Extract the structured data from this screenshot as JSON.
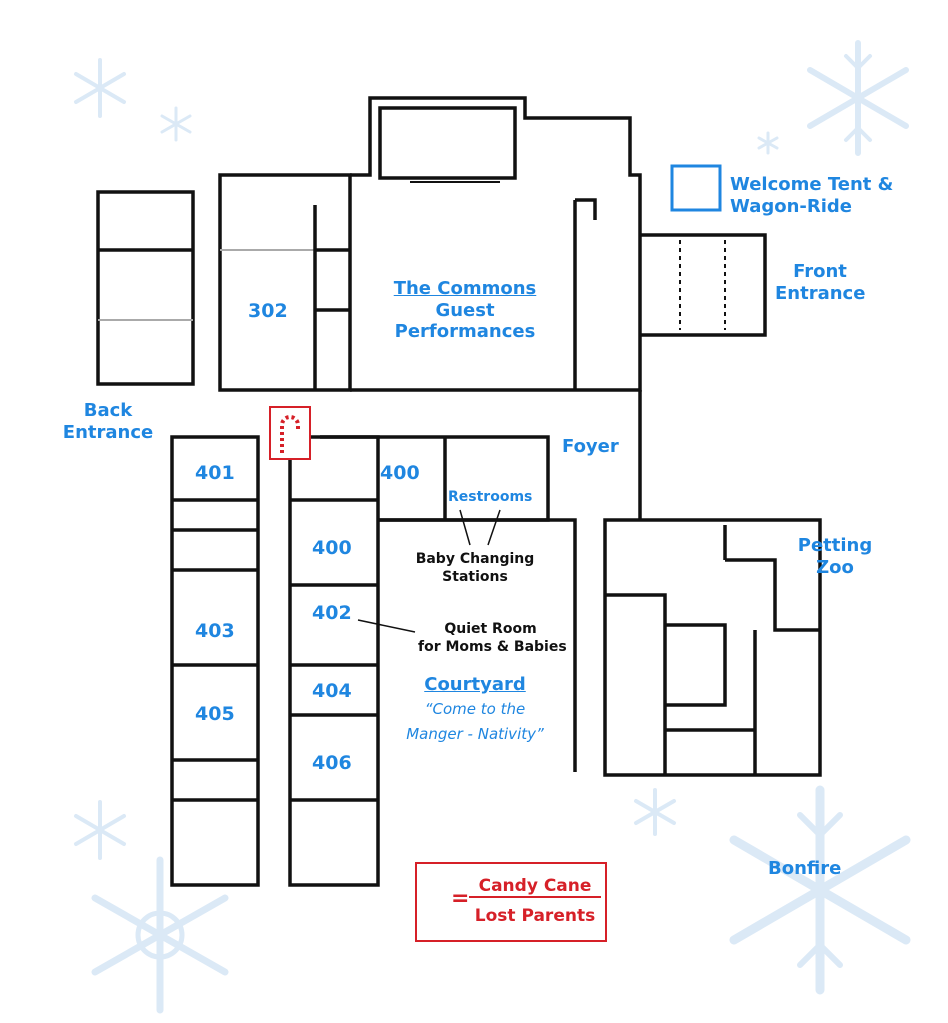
{
  "map": {
    "colors": {
      "label": "#1f86e0",
      "wall": "#111111",
      "legend": "#d62028",
      "snow": "#dbe9f6"
    },
    "areas": {
      "welcome_tent": "Welcome Tent &",
      "welcome_tent_2": "Wagon-Ride",
      "front_entrance": "Front",
      "front_entrance_2": "Entrance",
      "commons": "The Commons",
      "commons_2": "Guest",
      "commons_3": "Performances",
      "back_entrance": "Back",
      "back_entrance_2": "Entrance",
      "foyer": "Foyer",
      "petting_zoo": "Petting",
      "petting_zoo_2": "Zoo",
      "restrooms": "Restrooms",
      "courtyard": "Courtyard",
      "courtyard_sub": "“Come to the",
      "courtyard_sub_2": "Manger - Nativity”",
      "bonfire": "Bonfire"
    },
    "rooms": {
      "r302": "302",
      "r401": "401",
      "r400a": "400",
      "r400b": "400",
      "r402": "402",
      "r403": "403",
      "r404": "404",
      "r405": "405",
      "r406": "406"
    },
    "notes": {
      "baby": "Baby Changing",
      "baby_2": "Stations",
      "quiet": "Quiet Room",
      "quiet_2": "for Moms & Babies"
    },
    "legend": {
      "equals": "=",
      "line1": "Candy Cane",
      "line2": "Lost Parents"
    }
  }
}
